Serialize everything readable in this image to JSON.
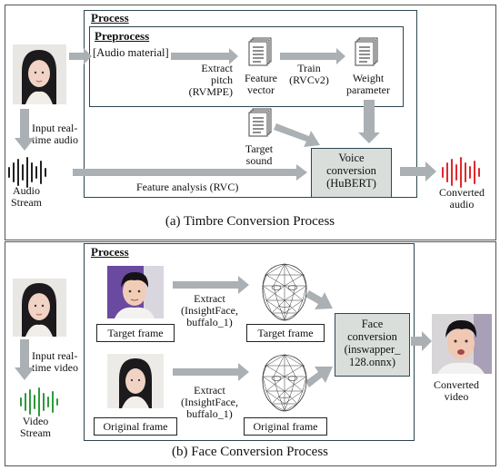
{
  "top": {
    "process_title": "Process",
    "preprocess_title": "Preprocess",
    "audio_material": "[Audio material]",
    "extract_pitch": [
      "Extract",
      "pitch",
      "(RVMPE)"
    ],
    "feature_vector": [
      "Feature",
      "vector"
    ],
    "train": [
      "Train",
      "(RVCv2)"
    ],
    "weight_parameter": [
      "Weight",
      "parameter"
    ],
    "target_sound": [
      "Target",
      "sound"
    ],
    "input_realtime_audio": [
      "Input real-",
      "time audio"
    ],
    "audio_stream": [
      "Audio",
      "Stream"
    ],
    "feature_analysis": "Feature analysis (RVC)",
    "voice_conversion": [
      "Voice",
      "conversion",
      "(HuBERT)"
    ],
    "converted_audio": [
      "Converted",
      "audio"
    ],
    "caption": "(a) Timbre Conversion Process"
  },
  "bottom": {
    "process_title": "Process",
    "extract_top": [
      "Extract",
      "(InsightFace,",
      "buffalo_1)"
    ],
    "extract_bottom": [
      "Extract",
      "(InsightFace,",
      "buffalo_1)"
    ],
    "target_frame_left": "Target frame",
    "target_frame_right": "Target frame",
    "original_frame_left": "Original frame",
    "original_frame_right": "Original frame",
    "face_conversion": [
      "Face",
      "conversion",
      "(inswapper_",
      "128.onnx)"
    ],
    "input_realtime_video": [
      "Input real-",
      "time video"
    ],
    "video_stream": [
      "Video",
      "Stream"
    ],
    "converted_video": [
      "Converted",
      "video"
    ],
    "caption": "(b) Face Conversion Process"
  },
  "colors": {
    "arrow": "#aab0b3",
    "box_border": "#2e4650",
    "conv_fill": "#d9dedb",
    "audio_red": "#e0282d",
    "video_green": "#2e9a3c"
  }
}
